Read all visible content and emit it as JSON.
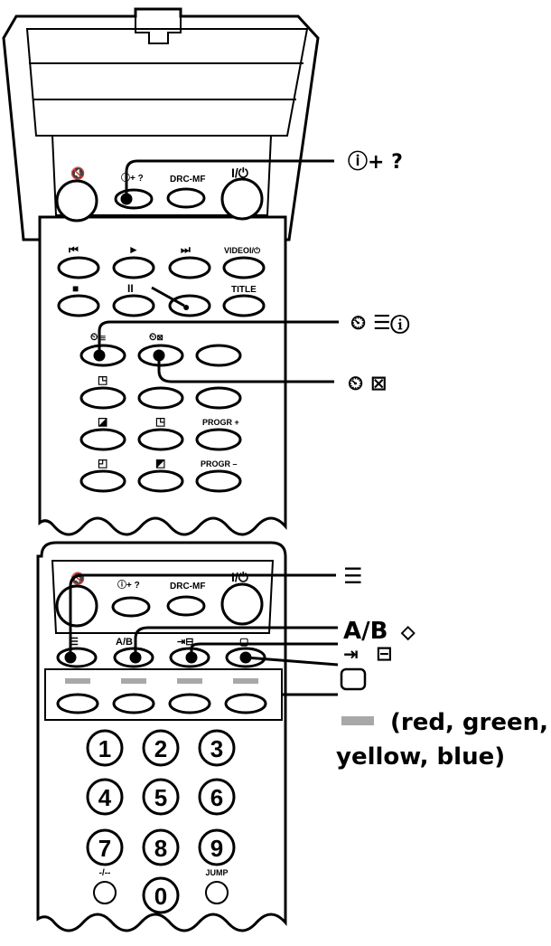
{
  "top_remote": {
    "row1": {
      "mute_icon": "mute-icon",
      "info_help": "ⓘ+ ?",
      "drc_mf": "DRC-MF",
      "power": "I/⏻"
    },
    "transport": {
      "prev": "⏮",
      "play": "►",
      "next": "⏭",
      "video": "VIDEOI/⏻",
      "stop": "■",
      "pause": "II",
      "record": "●",
      "title": "TITLE"
    },
    "progr_plus": "PROGR +",
    "progr_minus": "PROGR –"
  },
  "top_callouts": {
    "info_help": "ⓘ+  ?",
    "timer_info": "⏲  ☰ⓘ",
    "clock_cancel": "⏲  ⊠"
  },
  "bottom_remote": {
    "info_help": "ⓘ+ ?",
    "drc_mf": "DRC-MF",
    "power": "I/⏻",
    "ab_label": "A/B",
    "jump": "JUMP",
    "dash": "-/--",
    "numbers": [
      "1",
      "2",
      "3",
      "4",
      "5",
      "6",
      "7",
      "8",
      "9",
      "0"
    ]
  },
  "bottom_callouts": {
    "teletext": "☰",
    "ab": "A/B",
    "input_mix": "⊟",
    "blank": "",
    "colors_line1": "(red, green,",
    "colors_line2": "yellow, blue)"
  }
}
